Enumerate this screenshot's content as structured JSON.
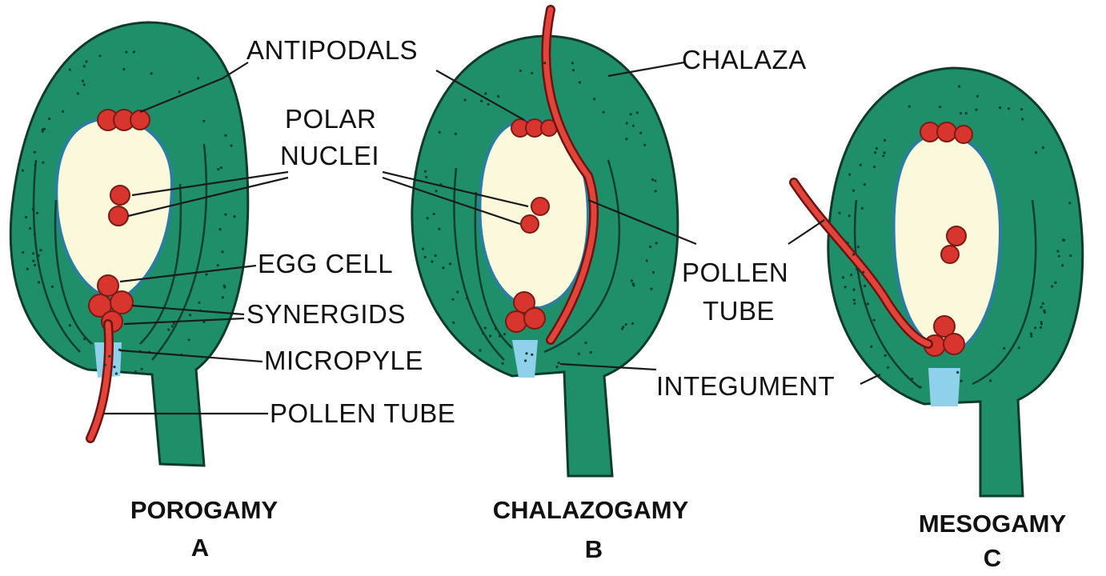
{
  "labels": {
    "antipodals": "ANTIPODALS",
    "polar": "POLAR",
    "nuclei": "NUCLEI",
    "egg_cell": "EGG CELL",
    "synergids": "SYNERGIDS",
    "micropyle": "MICROPYLE",
    "pollen_tube": "POLLEN TUBE",
    "chalaza": "CHALAZA",
    "pollen": "POLLEN",
    "tube": "TUBE",
    "integument": "INTEGUMENT"
  },
  "captions": {
    "a_title": "POROGAMY",
    "a_letter": "A",
    "b_title": "CHALAZOGAMY",
    "b_letter": "B",
    "c_title": "MESOGAMY",
    "c_letter": "C"
  },
  "colors": {
    "ovule": "#1f8f6a",
    "embryo_sac": "#fbf8dc",
    "cells": "#d8352f",
    "pollen_tube": "#e2433a",
    "micropyle": "#8fd1ea"
  }
}
